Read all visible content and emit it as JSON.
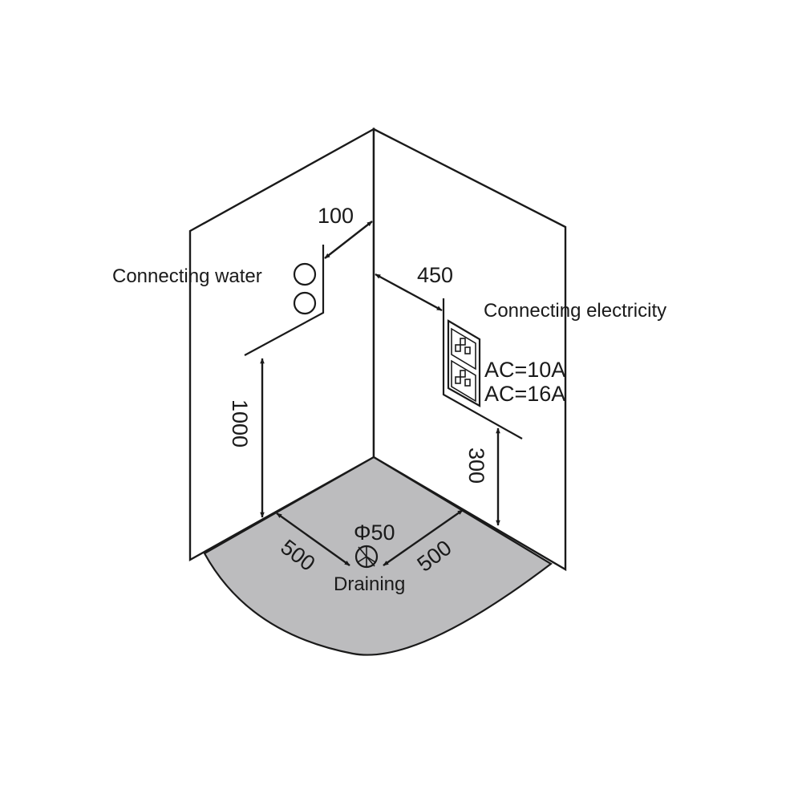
{
  "labels": {
    "connecting_water": "Connecting water",
    "connecting_electricity": "Connecting electricity",
    "ac_10a": "AC=10A",
    "ac_16a": "AC=16A",
    "draining": "Draining",
    "drain_diameter": "Φ50"
  },
  "dimensions": {
    "water_offset": "100",
    "water_height": "1000",
    "electric_offset": "450",
    "electric_height": "300",
    "drain_left": "500",
    "drain_right": "500"
  },
  "colors": {
    "floor": "#bcbcbe",
    "ink": "#1a1a1a"
  },
  "icons": {
    "water_inlets": "double-circle-pipe-icon",
    "sockets": "electrical-socket-icon",
    "drain": "drain-outlet-icon"
  }
}
